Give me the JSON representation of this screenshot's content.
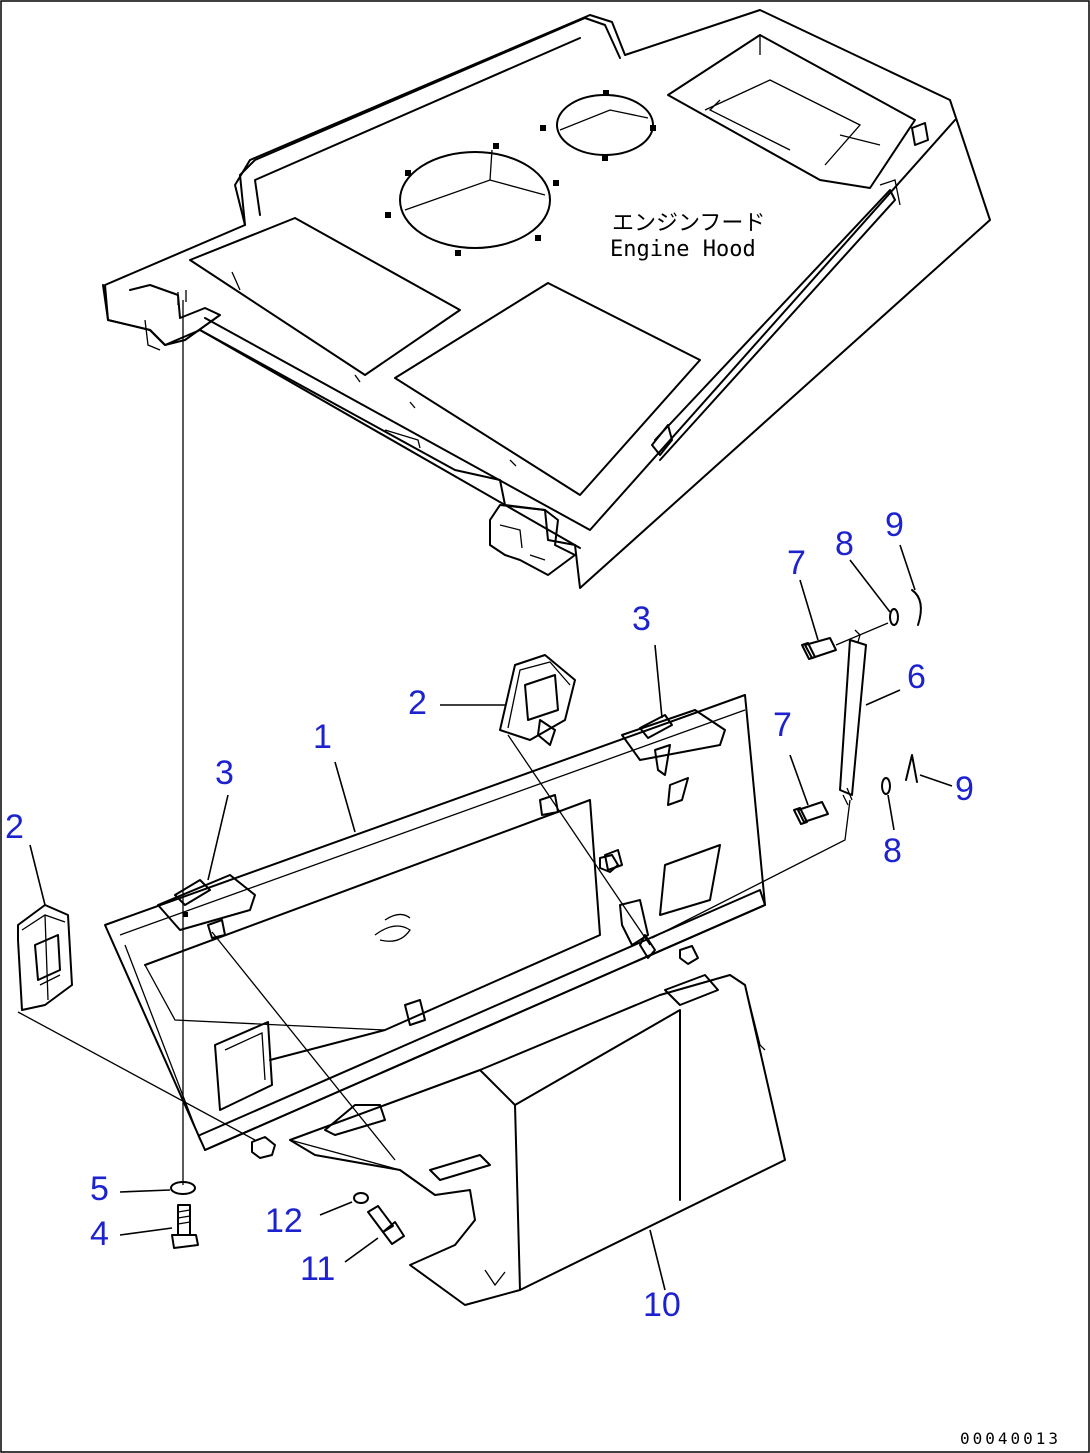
{
  "assembly_label": {
    "japanese": "エンジンフード",
    "english": "Engine Hood"
  },
  "callouts": [
    {
      "id": "c1",
      "text": "1"
    },
    {
      "id": "c2a",
      "text": "2"
    },
    {
      "id": "c2b",
      "text": "2"
    },
    {
      "id": "c3a",
      "text": "3"
    },
    {
      "id": "c3b",
      "text": "3"
    },
    {
      "id": "c4",
      "text": "4"
    },
    {
      "id": "c5",
      "text": "5"
    },
    {
      "id": "c6",
      "text": "6"
    },
    {
      "id": "c7a",
      "text": "7"
    },
    {
      "id": "c7b",
      "text": "7"
    },
    {
      "id": "c8a",
      "text": "8"
    },
    {
      "id": "c8b",
      "text": "8"
    },
    {
      "id": "c9a",
      "text": "9"
    },
    {
      "id": "c9b",
      "text": "9"
    },
    {
      "id": "c10",
      "text": "10"
    },
    {
      "id": "c11",
      "text": "11"
    },
    {
      "id": "c12",
      "text": "12"
    }
  ],
  "reference_code": "00040013",
  "colors": {
    "callout": "#1d22cf",
    "line": "#000000",
    "background": "#ffffff"
  }
}
